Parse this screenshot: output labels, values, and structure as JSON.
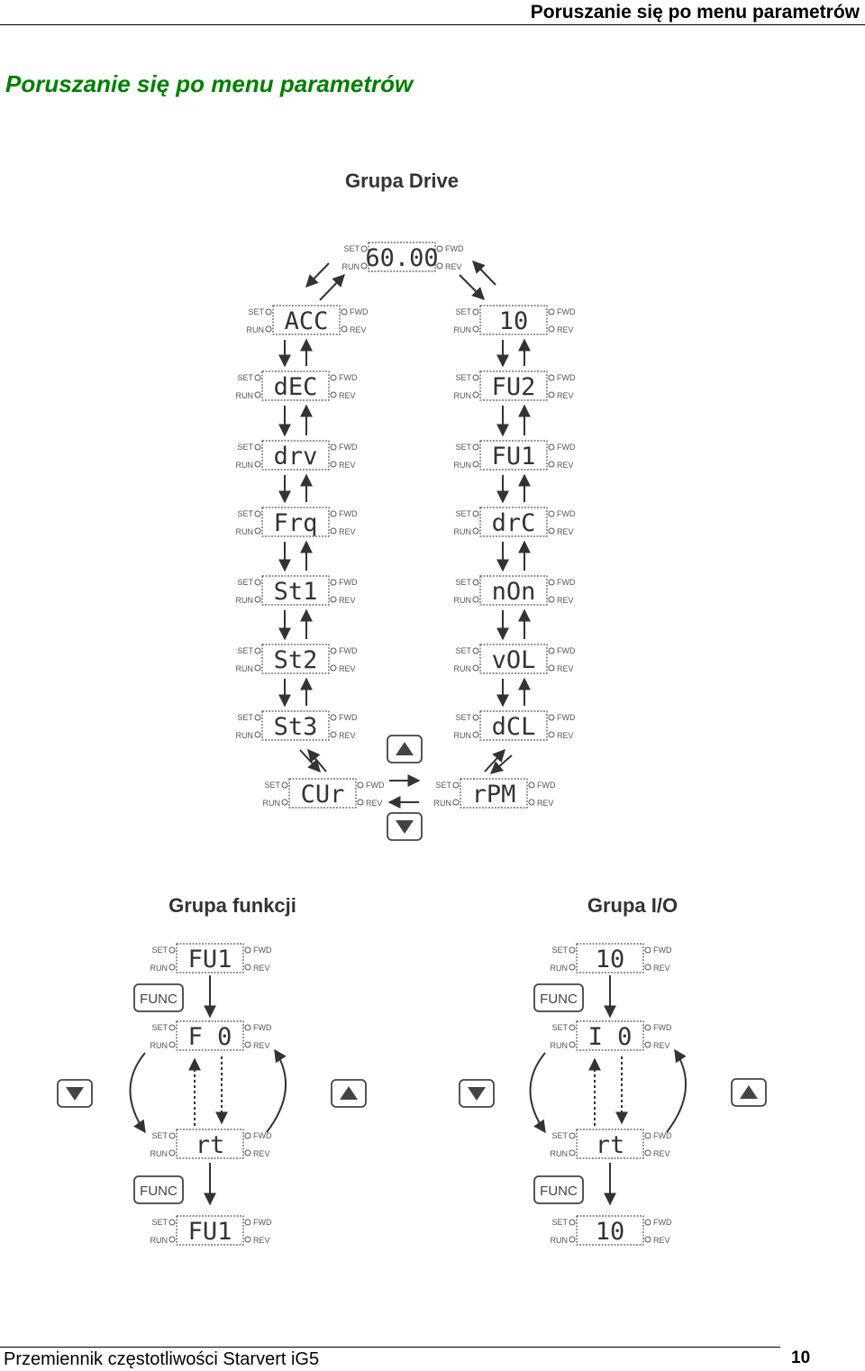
{
  "header": {
    "running_title": "Poruszanie się po menu parametrów"
  },
  "title": "Poruszanie się po menu parametrów",
  "indicators": {
    "set": "SET",
    "run": "RUN",
    "fwd": "FWD",
    "rev": "REV"
  },
  "drive_group": {
    "title": "Grupa Drive",
    "top_display": "60.00",
    "left_column": [
      "ACC",
      "dEC",
      "drv",
      "Frq",
      "St1",
      "St2",
      "St3"
    ],
    "right_column": [
      "10",
      "FU2",
      "FU1",
      "drC",
      "nOn",
      "vOL",
      "dCL"
    ],
    "bottom_left": "CUr",
    "bottom_right": "rPM"
  },
  "function_group": {
    "title": "Grupa funkcji",
    "displays": [
      "FU1",
      "F    0",
      "rt",
      "FU1"
    ],
    "func_key": "FUNC"
  },
  "io_group": {
    "title": "Grupa I/O",
    "displays": [
      "10",
      "I    0",
      "rt",
      "10"
    ],
    "func_key": "FUNC"
  },
  "footer": {
    "text": "Przemiennik częstotliwości Starvert iG5",
    "page_number": "10"
  },
  "icons": [
    "arrow-up-key-icon",
    "arrow-down-key-icon"
  ]
}
